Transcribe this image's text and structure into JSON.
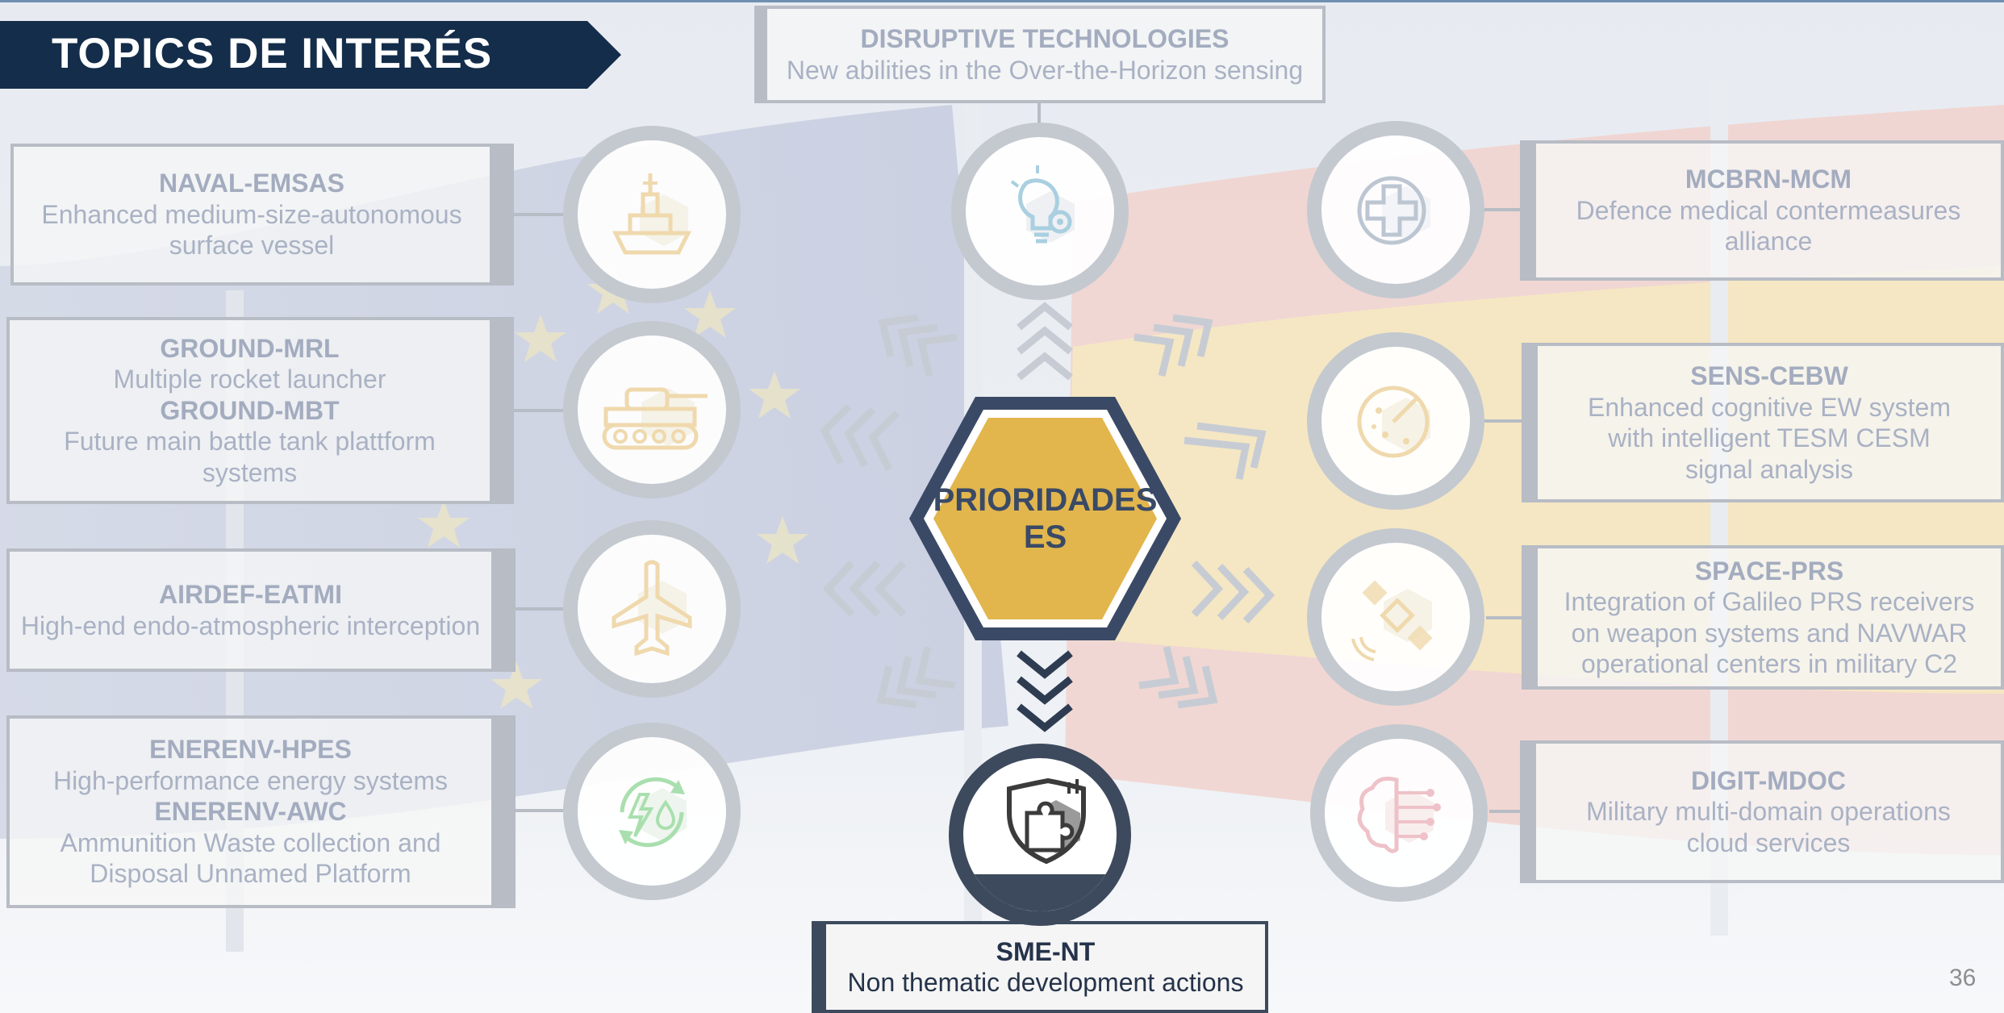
{
  "title": "TOPICS DE INTERÉS",
  "center": {
    "line1": "PRIORIDADES",
    "line2": "ES"
  },
  "page_number": "36",
  "colors": {
    "banner": "#132d4a",
    "hexagon_fill": "#e2b64d",
    "hexagon_border": "#3a4a66",
    "box_border": "#b7bcc5",
    "muted_text": "#a9b2c4"
  },
  "topics": {
    "disruptive": {
      "title": "DISRUPTIVE TECHNOLOGIES",
      "desc": "New abilities in the Over-the-Horizon sensing",
      "icon": "lightbulb-gear-icon"
    },
    "naval": {
      "title": "NAVAL-EMSAS",
      "desc1": "Enhanced medium-size-autonomous",
      "desc2": "surface vessel",
      "icon": "ship-icon"
    },
    "ground": {
      "title1": "GROUND-MRL",
      "desc1": "Multiple rocket launcher",
      "title2": "GROUND-MBT",
      "desc2a": "Future main battle tank plattform",
      "desc2b": "systems",
      "icon": "tank-icon"
    },
    "airdef": {
      "title": "AIRDEF-EATMI",
      "desc": "High-end endo-atmospheric interception",
      "icon": "airplane-icon"
    },
    "enerenv": {
      "title1": "ENERENV-HPES",
      "desc1": "High-performance energy systems",
      "title2": "ENERENV-AWC",
      "desc2a": "Ammunition Waste collection and",
      "desc2b": "Disposal Unnamed Platform",
      "icon": "energy-cycle-icon"
    },
    "mcbrn": {
      "title": "MCBRN-MCM",
      "desc1": "Defence medical contermeasures",
      "desc2": "alliance",
      "icon": "medical-cross-icon"
    },
    "sens": {
      "title": "SENS-CEBW",
      "desc1": "Enhanced cognitive EW system",
      "desc2": "with intelligent TESM CESM",
      "desc3": "signal analysis",
      "icon": "radar-icon"
    },
    "space": {
      "title": "SPACE-PRS",
      "desc1": "Integration of Galileo PRS receivers",
      "desc2": "on weapon systems and NAVWAR",
      "desc3": "operational centers in military C2",
      "icon": "satellite-icon"
    },
    "digit": {
      "title": "DIGIT-MDOC",
      "desc1": "Military multi-domain operations",
      "desc2": "cloud services",
      "icon": "brain-circuit-icon"
    },
    "sme": {
      "title": "SME-NT",
      "desc": "Non thematic development actions",
      "icon": "shield-puzzle-icon"
    }
  }
}
